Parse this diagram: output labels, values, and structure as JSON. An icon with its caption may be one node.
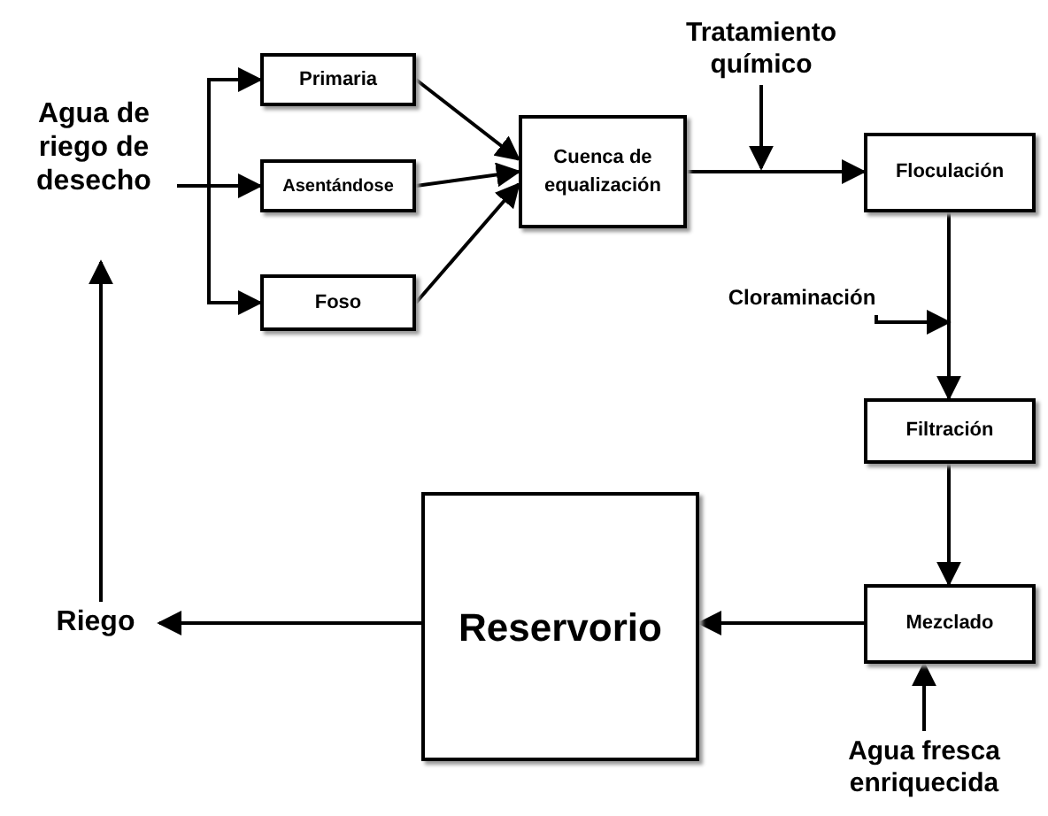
{
  "diagram": {
    "nodes": [
      {
        "text": [
          "Agua de riego de desecho"
        ]
      },
      {
        "text": [
          "Primaria"
        ]
      },
      {
        "text": [
          "Asentándose"
        ]
      },
      {
        "text": [
          "Foso"
        ]
      },
      {
        "text": [
          "Cuenca de equalización"
        ]
      },
      {
        "text": [
          "Tratamiento químico"
        ]
      },
      {
        "text": [
          "Floculación"
        ]
      },
      {
        "text": [
          "Cloraminación"
        ]
      },
      {
        "text": [
          "Filtración"
        ]
      },
      {
        "text": [
          "Mezclado"
        ]
      },
      {
        "text": [
          "Agua fresca enriquecida"
        ]
      },
      {
        "text": [
          "Reservorio"
        ]
      },
      {
        "text": [
          "Riego"
        ]
      }
    ],
    "edges": [
      {
        "from": 0,
        "to": 1,
        "arrow": "to"
      },
      {
        "from": 0,
        "to": 2,
        "arrow": "to"
      },
      {
        "from": 0,
        "to": 3,
        "arrow": "to"
      },
      {
        "from": 1,
        "to": 4,
        "arrow": "to"
      },
      {
        "from": 2,
        "to": 4,
        "arrow": "to"
      },
      {
        "from": 3,
        "to": 4,
        "arrow": "to"
      },
      {
        "from": 4,
        "to": 6,
        "arrow": "to"
      },
      {
        "from": 5,
        "to": null,
        "arrow": "to"
      },
      {
        "from": 7,
        "to": null,
        "arrow": "to"
      },
      {
        "from": 6,
        "to": 8,
        "arrow": "to"
      },
      {
        "from": 8,
        "to": 9,
        "arrow": "to"
      },
      {
        "from": 10,
        "to": 9,
        "arrow": "to"
      },
      {
        "from": 9,
        "to": 11,
        "arrow": "to"
      },
      {
        "from": 11,
        "to": 12,
        "arrow": "to"
      },
      {
        "from": 12,
        "to": 0,
        "arrow": "to"
      }
    ]
  }
}
